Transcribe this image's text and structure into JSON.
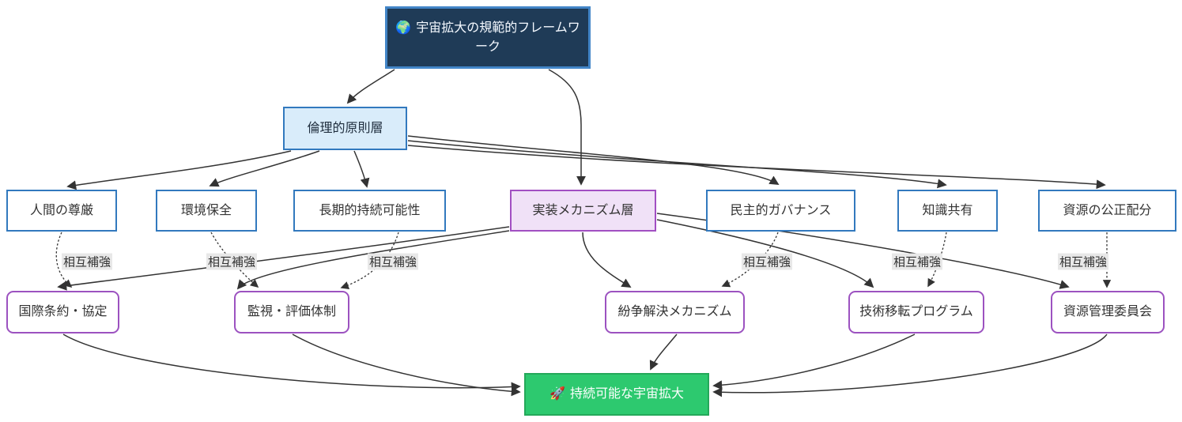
{
  "diagram": {
    "type": "flowchart",
    "direction": "top-down",
    "nodes": {
      "root": {
        "icon": "🌍",
        "label": "宇宙拡大の規範的フレームワーク"
      },
      "ethics": {
        "label": "倫理的原則層"
      },
      "p1": {
        "label": "人間の尊厳"
      },
      "p2": {
        "label": "環境保全"
      },
      "p3": {
        "label": "長期的持続可能性"
      },
      "impl": {
        "label": "実装メカニズム層"
      },
      "p4": {
        "label": "民主的ガバナンス"
      },
      "p5": {
        "label": "知識共有"
      },
      "p6": {
        "label": "資源の公正配分"
      },
      "m1": {
        "label": "国際条約・協定"
      },
      "m2": {
        "label": "監視・評価体制"
      },
      "m3": {
        "label": "紛争解決メカニズム"
      },
      "m4": {
        "label": "技術移転プログラム"
      },
      "m5": {
        "label": "資源管理委員会"
      },
      "goal": {
        "icon": "🚀",
        "label": "持続可能な宇宙拡大"
      }
    },
    "edges": [
      {
        "from": "root",
        "to": "ethics",
        "style": "solid"
      },
      {
        "from": "root",
        "to": "impl",
        "style": "solid"
      },
      {
        "from": "ethics",
        "to": "p1",
        "style": "solid"
      },
      {
        "from": "ethics",
        "to": "p2",
        "style": "solid"
      },
      {
        "from": "ethics",
        "to": "p3",
        "style": "solid"
      },
      {
        "from": "ethics",
        "to": "p4",
        "style": "solid"
      },
      {
        "from": "ethics",
        "to": "p5",
        "style": "solid"
      },
      {
        "from": "ethics",
        "to": "p6",
        "style": "solid"
      },
      {
        "from": "impl",
        "to": "m1",
        "style": "solid"
      },
      {
        "from": "impl",
        "to": "m2",
        "style": "solid"
      },
      {
        "from": "impl",
        "to": "m3",
        "style": "solid"
      },
      {
        "from": "impl",
        "to": "m4",
        "style": "solid"
      },
      {
        "from": "impl",
        "to": "m5",
        "style": "solid"
      },
      {
        "from": "p1",
        "to": "m1",
        "style": "dotted",
        "label": "相互補強"
      },
      {
        "from": "p2",
        "to": "m2",
        "style": "dotted",
        "label": "相互補強"
      },
      {
        "from": "p3",
        "to": "m2",
        "style": "dotted",
        "label": "相互補強"
      },
      {
        "from": "p4",
        "to": "m3",
        "style": "dotted",
        "label": "相互補強"
      },
      {
        "from": "p5",
        "to": "m4",
        "style": "dotted",
        "label": "相互補強"
      },
      {
        "from": "p6",
        "to": "m5",
        "style": "dotted",
        "label": "相互補強"
      },
      {
        "from": "m1",
        "to": "goal",
        "style": "solid"
      },
      {
        "from": "m2",
        "to": "goal",
        "style": "solid"
      },
      {
        "from": "m3",
        "to": "goal",
        "style": "solid"
      },
      {
        "from": "m4",
        "to": "goal",
        "style": "solid"
      },
      {
        "from": "m5",
        "to": "goal",
        "style": "solid"
      }
    ],
    "colors": {
      "root_bg": "#1f3b57",
      "root_border": "#4285c7",
      "layer_bg": "#d9ecfa",
      "blue_border": "#3279be",
      "impl_bg": "#f0e1f7",
      "impl_border": "#a14fc2",
      "mech_border": "#9c52c0",
      "goal_bg": "#2dc96f",
      "goal_border": "#24a85a",
      "edge": "#333333",
      "edge_label_bg": "#e8e8e8"
    }
  }
}
